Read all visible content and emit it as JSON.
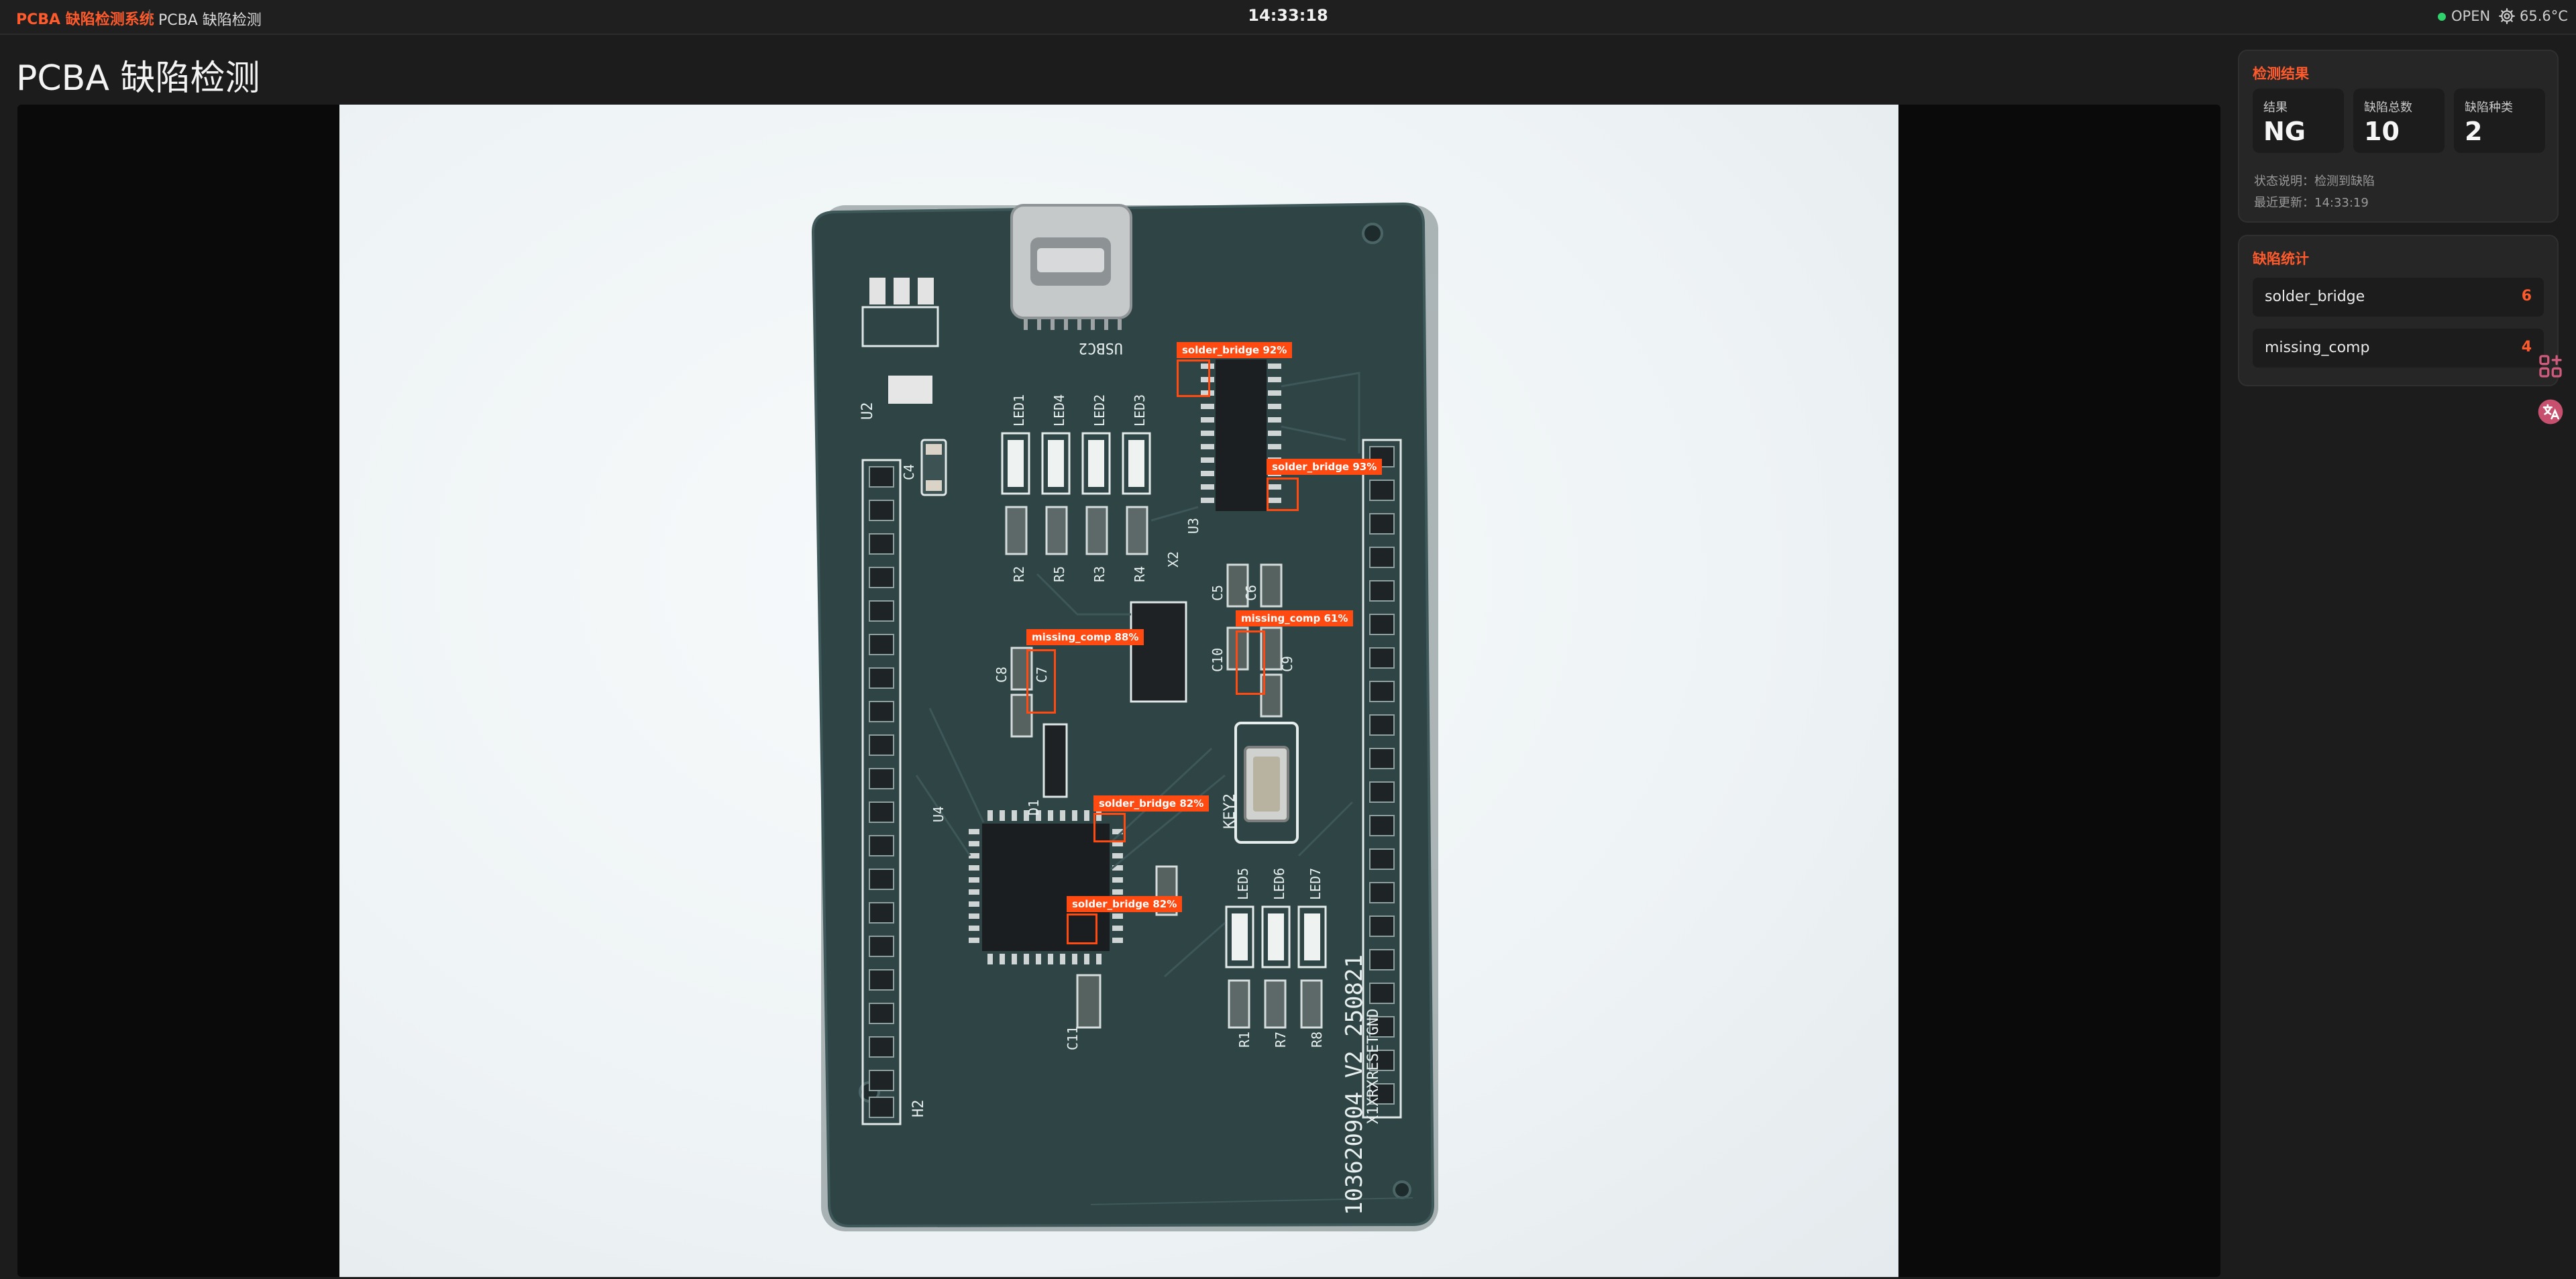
{
  "topbar": {
    "brand": "PCBA 缺陷检测系统",
    "breadcrumb": "PCBA 缺陷检测",
    "clock": "14:33:18",
    "connection_status": "OPEN",
    "temperature": "65.6°C",
    "status_color": "#2fd36b",
    "icons": [
      "status-dot-icon",
      "gear-icon"
    ]
  },
  "main": {
    "title": "PCBA 缺陷检测"
  },
  "detections": [
    {
      "label": "solder_bridge 92%"
    },
    {
      "label": "solder_bridge 93%"
    },
    {
      "label": "missing_comp 88%"
    },
    {
      "label": "missing_comp 61%"
    },
    {
      "label": "solder_bridge 82%"
    },
    {
      "label": "solder_bridge 82%"
    }
  ],
  "board_silkscreen": {
    "usb": "USBC2",
    "u2": "U2",
    "c4": "C4",
    "leds_top": [
      "LED1",
      "LED4",
      "LED2",
      "LED3"
    ],
    "resistors_top": [
      "R2",
      "R5",
      "R3",
      "R4"
    ],
    "x2": "X2",
    "u3": "U3",
    "c5": "C5",
    "c6": "C6",
    "c8": "C8",
    "c7": "C7",
    "c10": "C10",
    "c9": "C9",
    "d1": "D1",
    "u4": "U4",
    "key": "KEY2",
    "leds_bottom": [
      "LED5",
      "LED6",
      "LED7"
    ],
    "resistors_bottom": [
      "R1",
      "R7",
      "R8"
    ],
    "c11": "C11",
    "h2": "H2",
    "serial": "103620904 V2 250821",
    "pins": "X1XRXRESETGND"
  },
  "result_panel": {
    "title": "检测结果",
    "cards": [
      {
        "label": "结果",
        "value": "NG"
      },
      {
        "label": "缺陷总数",
        "value": "10"
      },
      {
        "label": "缺陷种类",
        "value": "2"
      }
    ],
    "status_note": "状态说明：检测到缺陷",
    "last_update": "最近更新：14:33:19"
  },
  "stats_panel": {
    "title": "缺陷统计",
    "rows": [
      {
        "name": "solder_bridge",
        "count": "6"
      },
      {
        "name": "missing_comp",
        "count": "4"
      }
    ]
  },
  "accent_color": "#ff5a2c",
  "box_color": "#ff4a12",
  "floating_icons": [
    "grid-plus-icon",
    "translate-icon"
  ]
}
